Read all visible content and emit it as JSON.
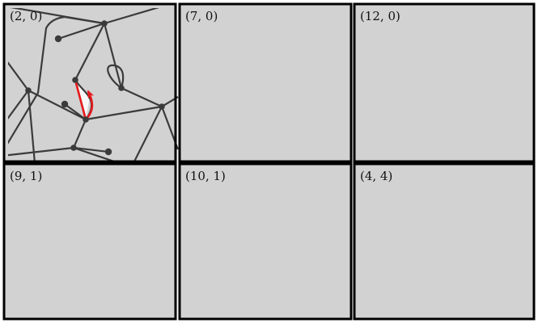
{
  "figure": {
    "panels": [
      {
        "label": "(2, 0)",
        "stage": 0
      },
      {
        "label": "(7, 0)",
        "stage": 1
      },
      {
        "label": "(12, 0)",
        "stage": 2
      },
      {
        "label": "(9, 1)",
        "stage": 3
      },
      {
        "label": "(10, 1)",
        "stage": 4
      },
      {
        "label": "(4, 4)",
        "stage": 5
      }
    ]
  },
  "colors": {
    "background_gray": "#d2d2d2",
    "face_white": "#f7f7f7",
    "edge": "#3b3b3b",
    "highlight": "#e8191c",
    "frame": "#000000"
  }
}
